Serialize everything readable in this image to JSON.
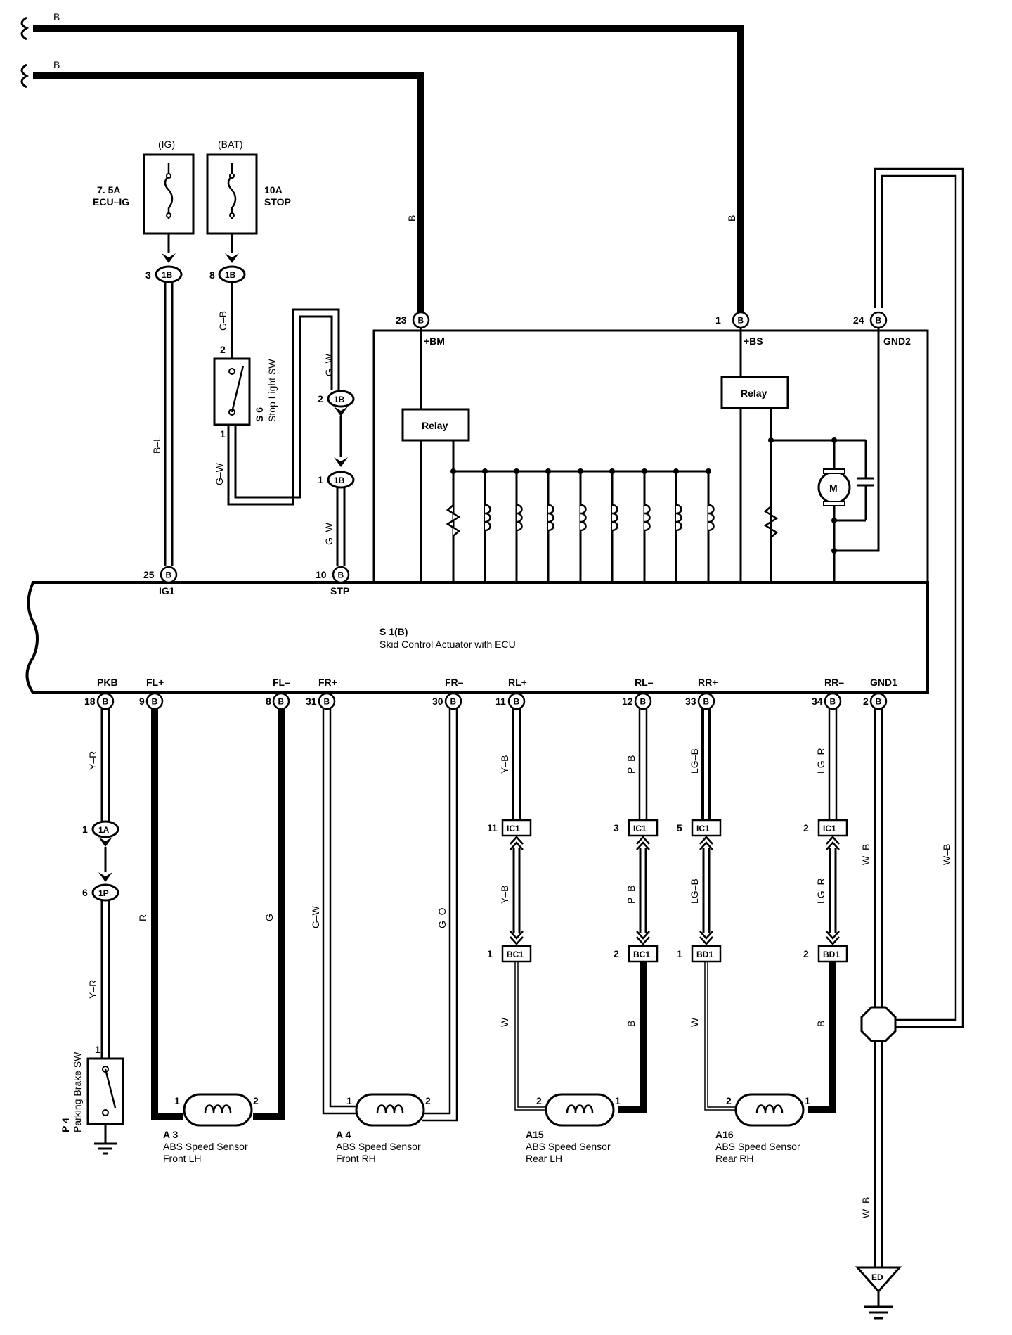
{
  "bus_wire_1": "B",
  "bus_wire_2": "B",
  "fuse_ig": {
    "header": "(IG)",
    "rating": "7. 5A",
    "name": "ECU–IG"
  },
  "fuse_bat": {
    "header": "(BAT)",
    "rating": "10A",
    "name": "STOP"
  },
  "vertical_wire_bm": "B",
  "vertical_wire_bs": "B",
  "conn_1B": "1B",
  "conn_1A": "1A",
  "conn_1P": "1P",
  "conn_ic1": "IC1",
  "conn_bc1": "BC1",
  "conn_bd1": "BD1",
  "conn_B": "B",
  "wires": {
    "b_l": "B–L",
    "g_b": "G–B",
    "g_w": "G–W",
    "y_r": "Y–R",
    "r": "R",
    "g": "G",
    "g_o": "G–O",
    "y_b": "Y–B",
    "p_b": "P–B",
    "lg_b": "LG–B",
    "lg_r": "LG–R",
    "w": "W",
    "b": "B",
    "w_b": "W–B"
  },
  "stop_light_sw": {
    "id": "S 6",
    "name": "Stop Light SW"
  },
  "parking_brake_sw": {
    "id": "P 4",
    "name": "Parking Brake SW"
  },
  "ecu": {
    "id": "S 1(B)",
    "name": "Skid Control Actuator with ECU"
  },
  "relay_label": "Relay",
  "motor_label": "M",
  "top_terminals": [
    {
      "pin": "23",
      "name": "+BM"
    },
    {
      "pin": "1",
      "name": "+BS"
    },
    {
      "pin": "24",
      "name": "GND2"
    },
    {
      "pin": "25",
      "name": "IG1"
    },
    {
      "pin": "10",
      "name": "STP"
    }
  ],
  "bottom_terminals": [
    {
      "pin": "18",
      "name": "PKB"
    },
    {
      "pin": "9",
      "name": "FL+"
    },
    {
      "pin": "8",
      "name": "FL–"
    },
    {
      "pin": "31",
      "name": "FR+"
    },
    {
      "pin": "30",
      "name": "FR–"
    },
    {
      "pin": "11",
      "name": "RL+"
    },
    {
      "pin": "12",
      "name": "RL–"
    },
    {
      "pin": "33",
      "name": "RR+"
    },
    {
      "pin": "34",
      "name": "RR–"
    },
    {
      "pin": "2",
      "name": "GND1"
    }
  ],
  "pins": {
    "p3": "3",
    "p8": "8",
    "p2": "2",
    "p1": "1",
    "p11": "11",
    "p5": "5",
    "p6": "6"
  },
  "sensors": [
    {
      "id": "A 3",
      "line1": "ABS Speed Sensor",
      "line2": "Front LH"
    },
    {
      "id": "A 4",
      "line1": "ABS Speed Sensor",
      "line2": "Front RH"
    },
    {
      "id": "A15",
      "line1": "ABS Speed Sensor",
      "line2": "Rear LH"
    },
    {
      "id": "A16",
      "line1": "ABS Speed Sensor",
      "line2": "Rear RH"
    }
  ],
  "ground_ed": "ED"
}
